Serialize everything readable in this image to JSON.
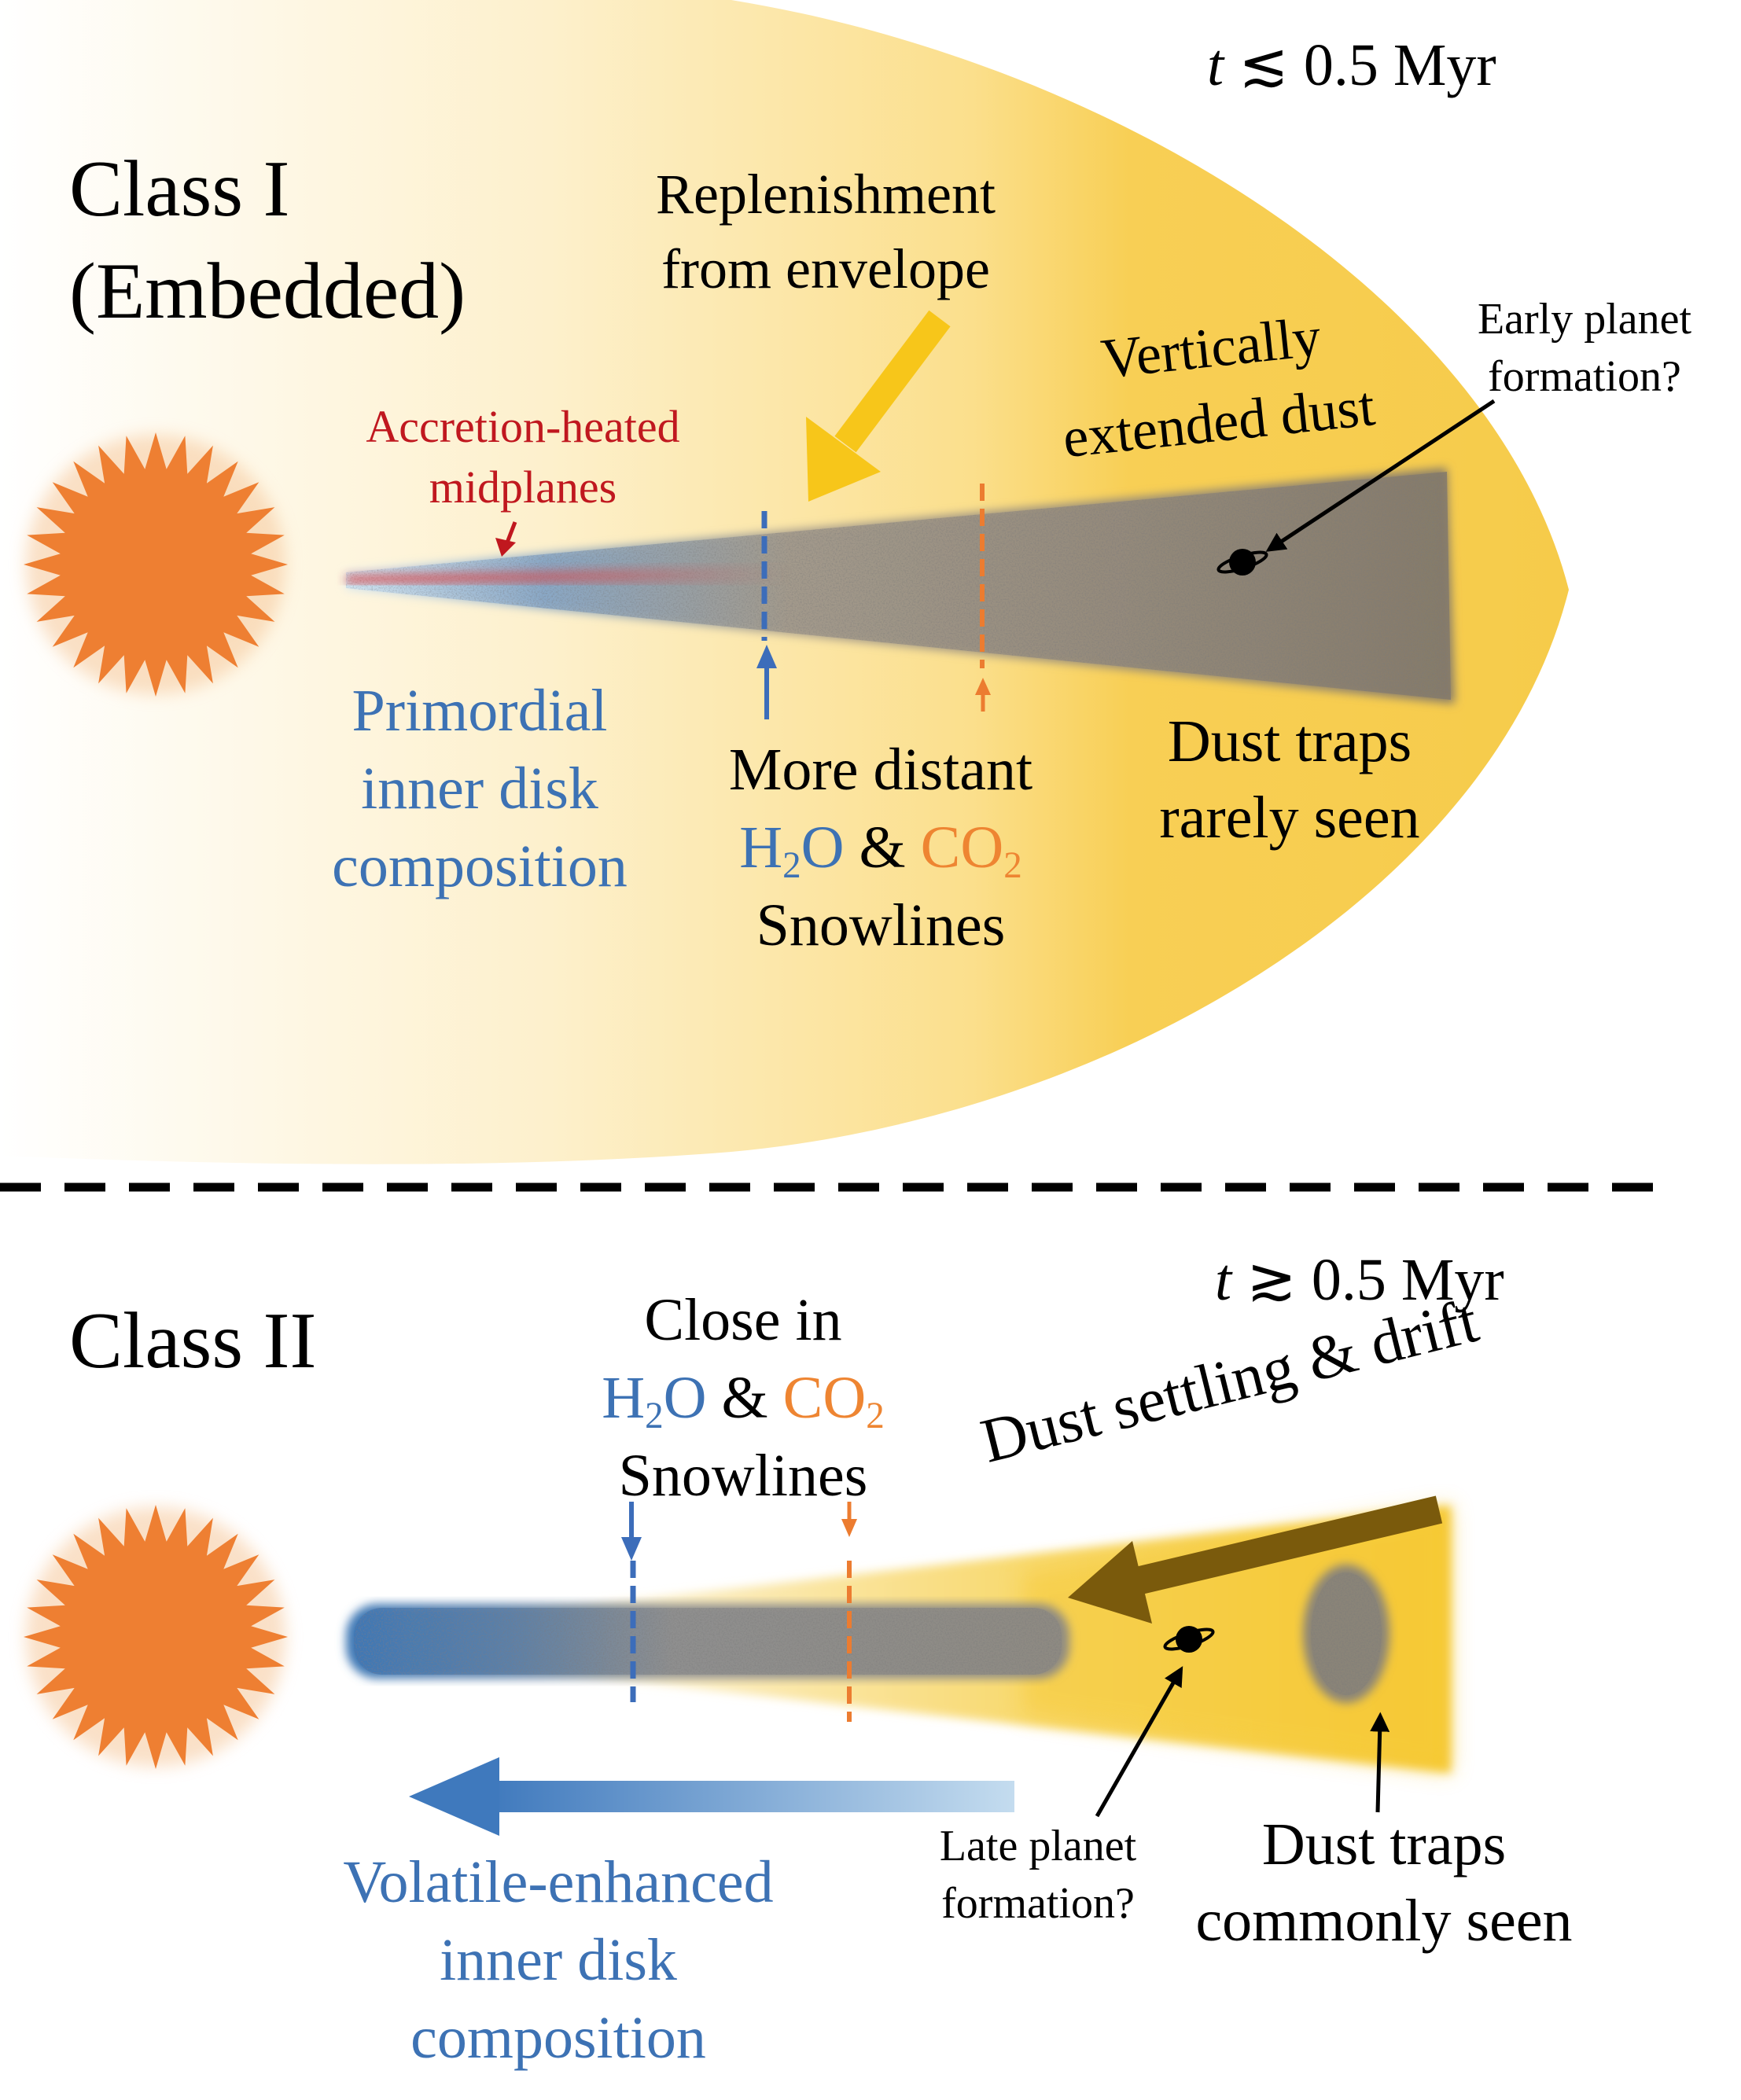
{
  "colors": {
    "h2o_blue": "#3d72b4",
    "co2_orange": "#ee8532",
    "accretion_red": "#c0181f",
    "star_orange": "#ee7f32",
    "envelope_yellow": "#f6cb4a",
    "dust_arrow_brown": "#7a5a0c"
  },
  "icons": [
    "star-icon",
    "planet-icon"
  ],
  "panel_i": {
    "time_var": "t",
    "time_rel": "≲",
    "time_value": "0.5 Myr",
    "title_line1": "Class I",
    "title_line2": "(Embedded)",
    "replenishment": {
      "line1": "Replenishment",
      "line2": "from envelope"
    },
    "vertical_dust": {
      "line1": "Vertically",
      "line2": "extended dust"
    },
    "early_planet": {
      "line1": "Early planet",
      "line2": "formation?"
    },
    "accretion": {
      "line1": "Accretion-heated",
      "line2": "midplanes"
    },
    "primordial": {
      "line1": "Primordial",
      "line2": "inner disk",
      "line3": "composition"
    },
    "snowlines": {
      "line1": "More distant",
      "h2o_main": "H",
      "h2o_sub": "2",
      "h2o_tail": "O",
      "amp": "&",
      "co2_main": "CO",
      "co2_sub": "2",
      "line3": "Snowlines"
    },
    "dust_traps": {
      "line1": "Dust traps",
      "line2": "rarely seen"
    }
  },
  "panel_ii": {
    "time_var": "t",
    "time_rel": "≳",
    "time_value": "0.5 Myr",
    "title": "Class II",
    "snowlines": {
      "line1": "Close in",
      "h2o_main": "H",
      "h2o_sub": "2",
      "h2o_tail": "O",
      "amp": "&",
      "co2_main": "CO",
      "co2_sub": "2",
      "line3": "Snowlines"
    },
    "dust_settling": "Dust settling & drift",
    "late_planet": {
      "line1": "Late planet",
      "line2": "formation?"
    },
    "dust_traps": {
      "line1": "Dust traps",
      "line2": "commonly seen"
    },
    "volatile": {
      "line1": "Volatile-enhanced",
      "line2": "inner disk",
      "line3": "composition"
    }
  }
}
